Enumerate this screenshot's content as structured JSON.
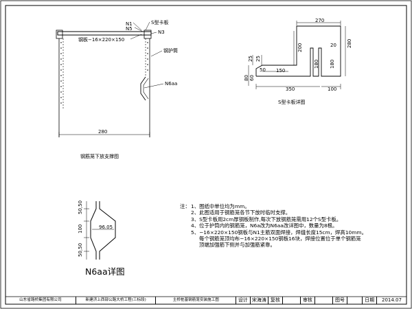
{
  "drawing_left": {
    "labels": {
      "n1": "N1",
      "n5": "N5",
      "s_plate": "S型卡板",
      "n3": "N3",
      "steel_plate": "钢板−16×220×150",
      "casing": "钢护筒",
      "n6aa": "N6aa",
      "width": "280"
    },
    "caption": "钢筋笼下放支撑图"
  },
  "drawing_s_plate": {
    "dims": {
      "top": "270",
      "height_right": "280",
      "inner_200": "200",
      "slot_180a": "180",
      "slot_180b": "180",
      "slot_20": "20",
      "base_25": "25",
      "base_50": "50",
      "left_25": "25",
      "left_80": "80",
      "left_60": "60",
      "mid_150": "150",
      "bottom_350": "350",
      "bottom_100": "100"
    },
    "caption": "S型卡板详图"
  },
  "drawing_n6": {
    "dims": {
      "d1": "50,50",
      "d2": "100",
      "d3": "50,50",
      "center": "96.05"
    },
    "title": "N6aa详图"
  },
  "notes": {
    "head": "注：",
    "items": [
      "1、图纸中单位均为mm。",
      "2、此图适用于钢筋笼各节下放时临时支撑。",
      "3、S型卡板用2cm厚钢板制作,每次下放钢筋笼需用12个S型卡板。",
      "4、位于护筒内的钢筋笼，N6a改为N6aa改详图中，数量为8根。",
      "5、−16×220×150钢板与N1主筋双面焊接，焊缝长度15cm，焊高10mm。",
      "每个钢筋笼顶均布−16×220×150钢板16块，焊接位置位于单个钢筋笼",
      "顶端加强筋下侧并与加强筋紧靠。"
    ]
  },
  "titlebar": {
    "company": "山东省路桥集团有限公司",
    "project": "新建济上西部公路大桥工程(三标段)",
    "drawing": "主桥桩基钢筋笼安装施工图",
    "design_label": "设计",
    "designer": "宋海涛",
    "review_label": "复核",
    "review_value": "",
    "audit_label": "审核",
    "audit_value": "",
    "sheet_label": "图号",
    "sheet_value": "",
    "date_label": "日期",
    "date_value": "2014.07"
  }
}
